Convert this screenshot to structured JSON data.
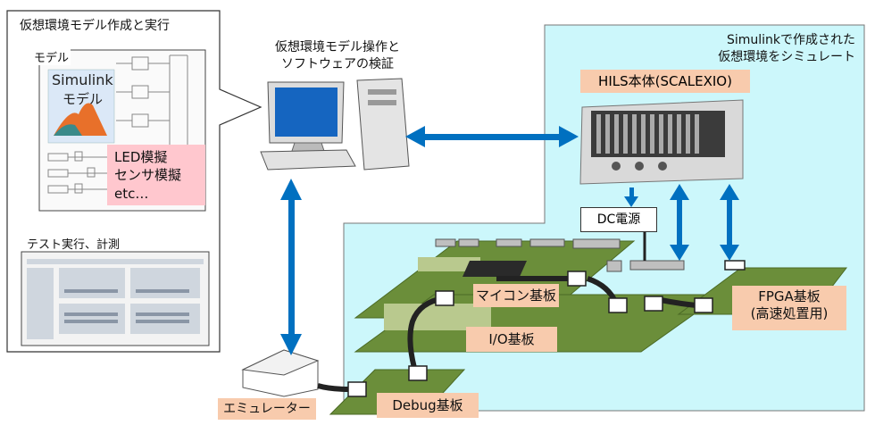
{
  "left_panel": {
    "title": "仮想環境モデル作成と実行",
    "model_label": "モデル",
    "simulink_line1": "Simulink",
    "simulink_line2": "モデル",
    "model_items": [
      "LED模擬",
      "センサ模擬",
      "etc…"
    ],
    "test_label": "テスト実行、計測"
  },
  "pc": {
    "label_line1": "仮想環境モデル操作と",
    "label_line2": "ソフトウェアの検証"
  },
  "sim_area": {
    "title_line1": "Simulinkで作成された",
    "title_line2": "仮想環境をシミュレート",
    "hils_label": "HILS本体(SCALEXIO)",
    "dc_label": "DC電源"
  },
  "boards": {
    "mcu_label": "マイコン基板",
    "io_label": "I/O基板",
    "fpga_line1": "FPGA基板",
    "fpga_line2": "(高速処置用)",
    "debug_label": "Debug基板",
    "emulator_label": "エミュレーター"
  },
  "colors": {
    "sim_bg": "#ccf7fb",
    "arrow": "#0070c0",
    "peach": "#f8cbad",
    "pink": "#ffc7ce",
    "board": "#6b8e3a"
  }
}
